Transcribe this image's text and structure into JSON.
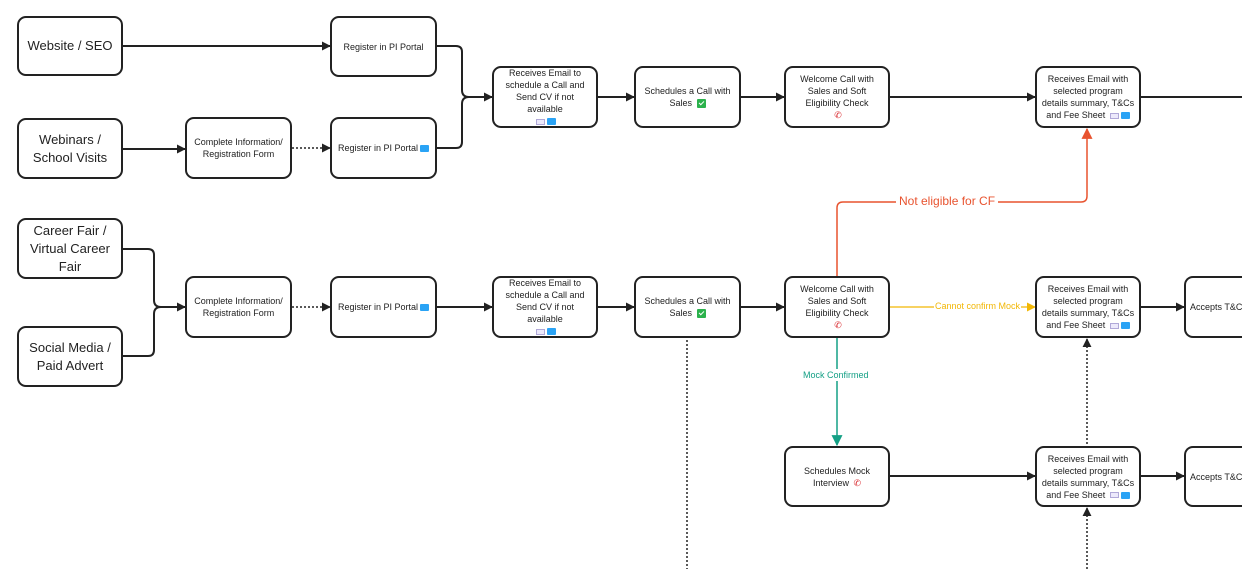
{
  "nodes": {
    "website_seo": {
      "label": "Website / SEO"
    },
    "register_pi_1": {
      "label": "Register in PI Portal"
    },
    "webinars": {
      "label": "Webinars / School Visits"
    },
    "complete_info_1": {
      "label": "Complete Information/ Registration Form"
    },
    "register_pi_2": {
      "label": "Register in PI Portal",
      "icons": [
        "app-icon"
      ]
    },
    "receives_email_call_1": {
      "label": "Receives Email to schedule a Call and Send CV if not available",
      "icons": [
        "mail-icon",
        "app-icon"
      ]
    },
    "schedules_call_1": {
      "label": "Schedules a Call with Sales",
      "icons": [
        "check-icon"
      ]
    },
    "welcome_call_1": {
      "label": "Welcome Call with Sales and Soft Eligibility Check",
      "icons": [
        "phone-icon"
      ]
    },
    "receives_program_1": {
      "label": "Receives Email with selected program details summary, T&Cs and Fee Sheet",
      "icons": [
        "mail-icon",
        "app-icon"
      ]
    },
    "career_fair": {
      "label": "Career Fair / Virtual Career Fair"
    },
    "social_media": {
      "label": "Social Media / Paid Advert"
    },
    "complete_info_2": {
      "label": "Complete Information/ Registration Form"
    },
    "register_pi_3": {
      "label": "Register in PI Portal",
      "icons": [
        "app-icon"
      ]
    },
    "receives_email_call_2": {
      "label": "Receives Email to schedule a Call and Send CV if not available",
      "icons": [
        "mail-icon",
        "app-icon"
      ]
    },
    "schedules_call_2": {
      "label": "Schedules a Call with Sales",
      "icons": [
        "check-icon"
      ]
    },
    "welcome_call_2": {
      "label": "Welcome Call with Sales and Soft Eligibility Check",
      "icons": [
        "phone-icon"
      ]
    },
    "receives_program_2": {
      "label": "Receives Email with selected program details summary, T&Cs and Fee Sheet",
      "icons": [
        "mail-icon",
        "app-icon"
      ]
    },
    "accepts_tcs_1": {
      "label": "Accepts T&Cs Sheet",
      "icons": [
        "check-icon"
      ]
    },
    "schedules_mock": {
      "label": "Schedules Mock Interview",
      "icons": [
        "phone-icon"
      ]
    },
    "receives_program_3": {
      "label": "Receives Email with selected program details summary, T&Cs and Fee Sheet",
      "icons": [
        "mail-icon",
        "app-icon"
      ]
    },
    "accepts_tcs_2": {
      "label": "Accepts T&Cs Sheet",
      "icons": [
        "check-icon"
      ]
    }
  },
  "edge_labels": {
    "not_eligible": {
      "text": "Not eligible for CF",
      "color": "#e8532f"
    },
    "cannot_confirm": {
      "text": "Cannot confirm Mock",
      "color": "#f2b705"
    },
    "mock_confirmed": {
      "text": "Mock Confirmed",
      "color": "#14a085"
    }
  },
  "colors": {
    "stroke": "#222222",
    "accent_red": "#e8532f",
    "accent_yellow": "#f2b705",
    "accent_green": "#14a085"
  }
}
